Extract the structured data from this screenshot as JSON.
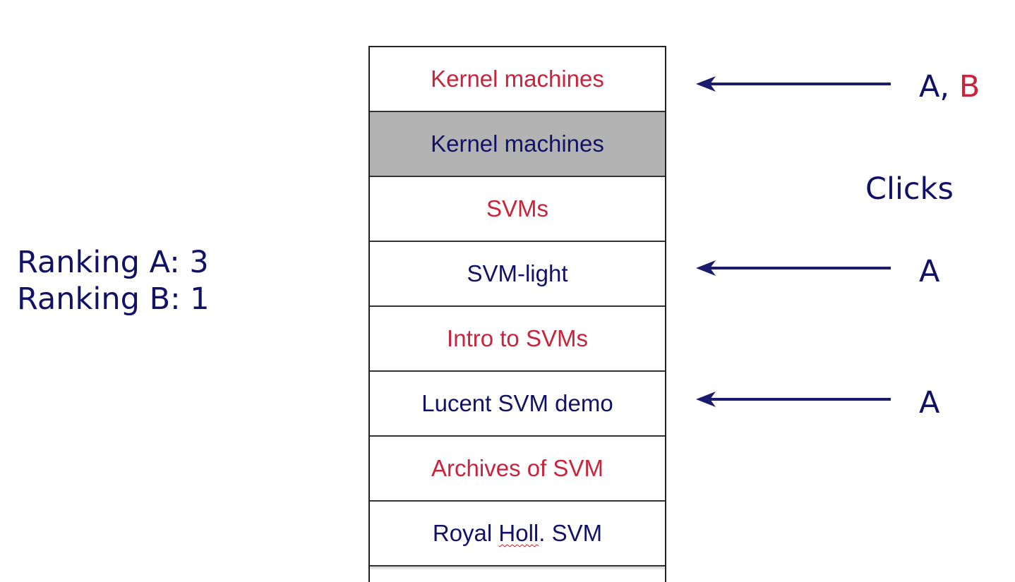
{
  "score": {
    "ranking_a": "Ranking A: 3",
    "ranking_b": "Ranking B: 1"
  },
  "results": [
    {
      "text": "Kernel machines",
      "color": "#c8243c",
      "shaded": false
    },
    {
      "text": "Kernel machines",
      "color": "#121266",
      "shaded": true
    },
    {
      "text": "SVMs",
      "color": "#c8243c",
      "shaded": false
    },
    {
      "text": "SVM-light",
      "color": "#121266",
      "shaded": false
    },
    {
      "text": "Intro to SVMs",
      "color": "#c8243c",
      "shaded": false
    },
    {
      "text": "Lucent SVM demo",
      "color": "#121266",
      "shaded": false
    },
    {
      "text": "Archives of SVM",
      "color": "#c8243c",
      "shaded": false
    },
    {
      "text_before": "Royal ",
      "text_marked": "Holl",
      "text_after": ". SVM",
      "color": "#121266",
      "shaded": false
    }
  ],
  "clicks": {
    "heading": "Clicks",
    "first": {
      "a": "A,",
      "b": "B"
    },
    "second": "A",
    "third": "A"
  },
  "colors": {
    "team_a": "#121266",
    "team_b": "#c8243c",
    "arrow": "#1a1a6e",
    "shaded_row": "#b3b3b3"
  }
}
